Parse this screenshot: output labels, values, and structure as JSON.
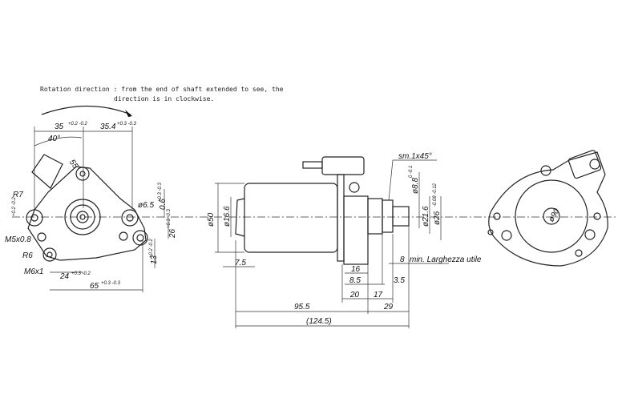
{
  "note": {
    "line1": "Rotation direction : from the end of shaft extended to see, the",
    "line2": "direction is in clockwise."
  },
  "front_view": {
    "dim_35": "35",
    "dim_35_tol": "+0.2 -0.2",
    "dim_35_4": "35.4",
    "dim_35_4_tol": "+0.3 -0.3",
    "angle": "40°",
    "dim_55": "55",
    "r7": "R7",
    "r6": "R6",
    "thread_m5": "M5x0.8",
    "thread_m6": "M6x1",
    "hole": "ø6.5",
    "dim_0_6": "0.6",
    "dim_0_6_tol": "+0.3 -0.3",
    "dim_26": "26",
    "dim_26_tol": "+0.3 -0.3",
    "dim_13": "13",
    "dim_13_tol": "+0.2 -0.2",
    "dim_24": "24",
    "dim_24_tol": "+0.3 -0.2",
    "dim_65": "65",
    "dim_65_tol": "+0.3 -0.3",
    "left_tol": "+0.2 -0.2"
  },
  "side_view": {
    "d50": "ø50",
    "d16_6": "ø16.6",
    "d8_8": "ø8.8",
    "d8_8_tol": "0 -0.1",
    "d21_6": "ø21.6",
    "d26": "ø26",
    "d26_tol": "-0.08 -0.12",
    "chamfer": "sm.1x45°",
    "dim_7_5": "7.5",
    "dim_8": "8",
    "useful_width": "min. Larghezza utile",
    "dim_16": "16",
    "dim_8_5": "8.5",
    "dim_3_5": "3.5",
    "dim_20": "20",
    "dim_17": "17",
    "dim_95_5": "95.5",
    "dim_29": "29",
    "dim_124_5": "(124.5)"
  },
  "rear_view": {
    "d90": "ø90"
  }
}
